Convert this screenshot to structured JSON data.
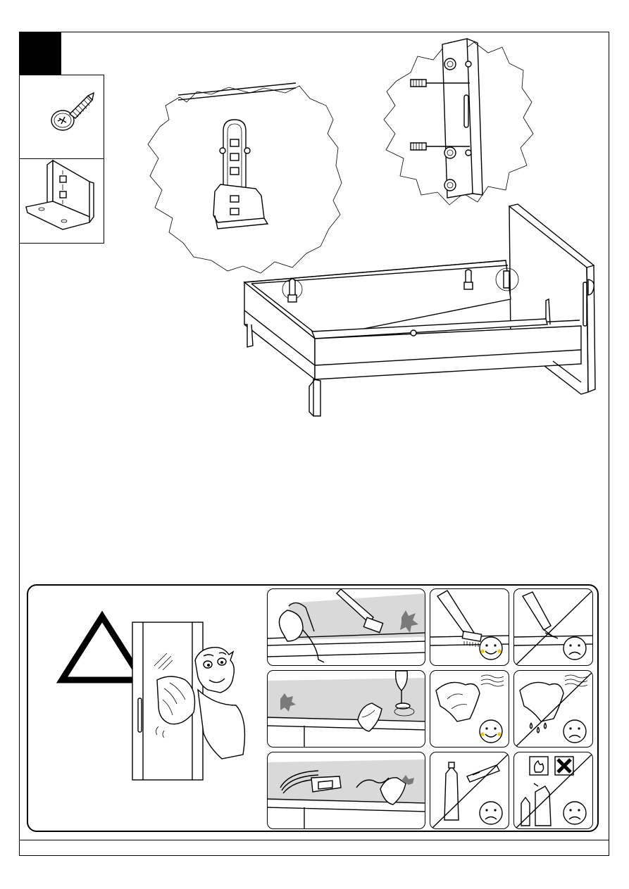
{
  "document": {
    "step_number": "",
    "parts": [
      {
        "icon": "screw-icon",
        "quantity": ""
      },
      {
        "icon": "bracket-icon",
        "quantity": ""
      }
    ]
  },
  "care_instructions": {
    "warning_icon": "warning-triangle-icon",
    "tiles": [
      {
        "icon": "vacuum-cleaner-icon",
        "verdict": "ok"
      },
      {
        "icon": "soft-brush-icon",
        "verdict": "happy-face-icon"
      },
      {
        "icon": "hard-brush-icon",
        "verdict": "sad-face-icon"
      },
      {
        "icon": "wet-glass-icon",
        "verdict": "ok"
      },
      {
        "icon": "damp-cloth-icon",
        "verdict": "happy-face-icon"
      },
      {
        "icon": "wet-cloth-icon",
        "verdict": "sad-face-icon"
      },
      {
        "icon": "polish-icon",
        "verdict": "ok"
      },
      {
        "icon": "cleaning-agent-icon",
        "verdict": "sad-face-icon"
      },
      {
        "icon": "solvent-spray-icon",
        "verdict": "sad-face-icon"
      }
    ]
  },
  "colors": {
    "ink": "#000000",
    "shade": "#d9d9d9",
    "accent_smile": "#f2c500"
  }
}
